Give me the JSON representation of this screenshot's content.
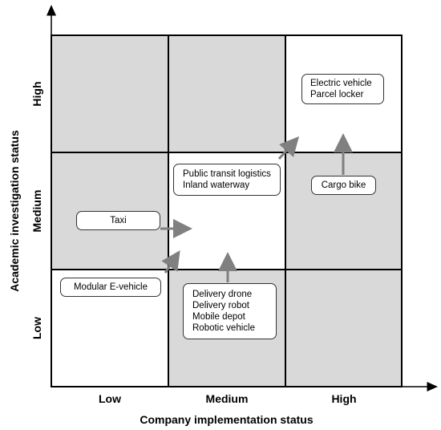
{
  "grid": {
    "colors": {
      "shaded": "#d9d9d9",
      "clear": "#ffffff",
      "line": "#000000",
      "arrow": "#808080"
    },
    "cells": [
      {
        "row": "high",
        "col": "low",
        "shaded": true
      },
      {
        "row": "high",
        "col": "medium",
        "shaded": true
      },
      {
        "row": "high",
        "col": "high",
        "shaded": false
      },
      {
        "row": "medium",
        "col": "low",
        "shaded": true
      },
      {
        "row": "medium",
        "col": "medium",
        "shaded": false
      },
      {
        "row": "medium",
        "col": "high",
        "shaded": true
      },
      {
        "row": "low",
        "col": "low",
        "shaded": false
      },
      {
        "row": "low",
        "col": "medium",
        "shaded": true
      },
      {
        "row": "low",
        "col": "high",
        "shaded": true
      }
    ]
  },
  "x_axis": {
    "title": "Company implementation status",
    "ticks": [
      "Low",
      "Medium",
      "High"
    ]
  },
  "y_axis": {
    "title": "Academic investigation status",
    "ticks": [
      "High",
      "Medium",
      "Low"
    ]
  },
  "boxes": {
    "electric_parcel": [
      "Electric vehicle",
      "Parcel locker"
    ],
    "public_transit": [
      "Public transit logistics",
      "Inland waterway"
    ],
    "cargo_bike": [
      "Cargo bike"
    ],
    "taxi": [
      "Taxi"
    ],
    "modular": [
      "Modular E-vehicle"
    ],
    "delivery": [
      "Delivery drone",
      "Delivery robot",
      "Mobile depot",
      "Robotic vehicle"
    ]
  }
}
